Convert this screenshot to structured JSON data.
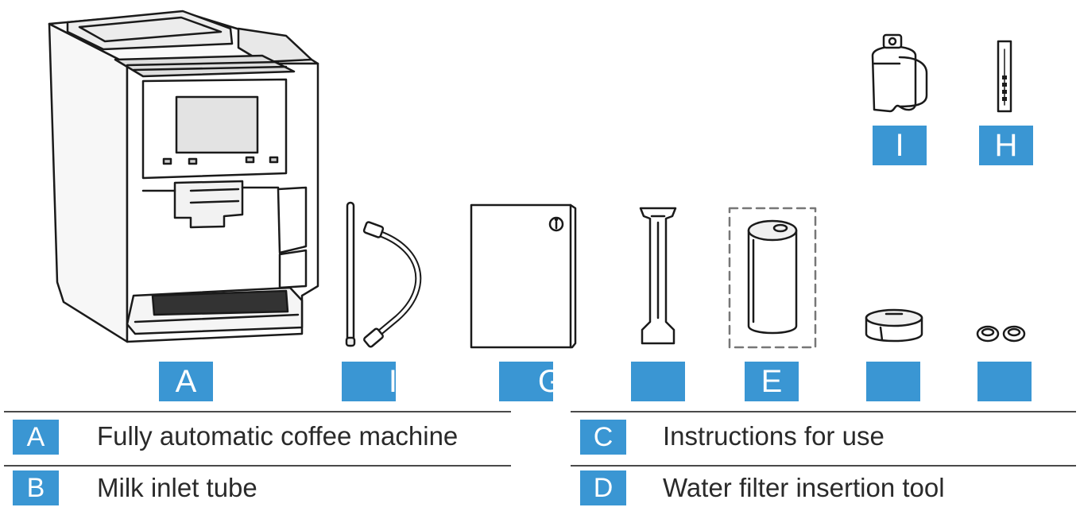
{
  "item_badges": {
    "A": "A",
    "B": "I",
    "G": "G",
    "K": "",
    "E": "E",
    "F": "",
    "J": "",
    "I": "I",
    "H": "H"
  },
  "legend": [
    {
      "badge": "A",
      "label": "Fully automatic coffee machine"
    },
    {
      "badge": "B",
      "label": "Milk inlet tube"
    },
    {
      "badge": "C",
      "label": "Instructions for use"
    },
    {
      "badge": "D",
      "label": "Water filter insertion tool"
    }
  ],
  "colors": {
    "badge_blue": "#3a96d3",
    "line_art": "#1a1a1a",
    "rule": "#4a4a4a"
  },
  "icons": {
    "manual_info": "info-icon"
  }
}
